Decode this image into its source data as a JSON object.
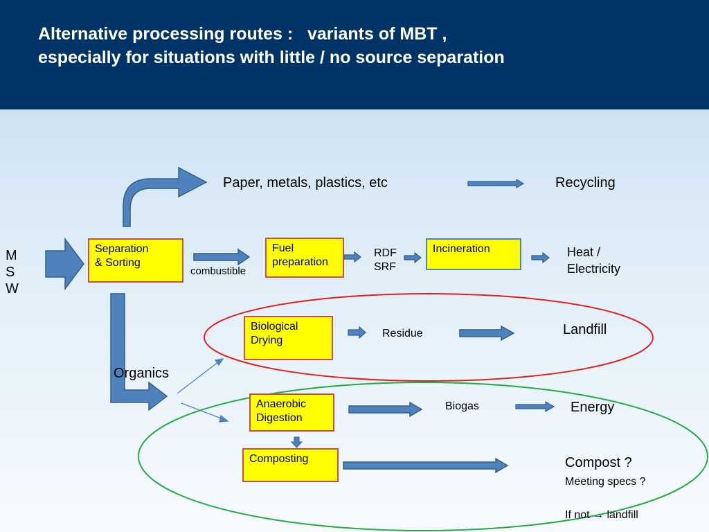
{
  "title": {
    "line1": "Alternative processing routes :   variants of MBT ,",
    "line2": "especially for situations with little / no source separation"
  },
  "colors": {
    "header": "#003366",
    "box_fill": "#ffff00",
    "box_border": "#c0504d",
    "arrow": "#4f81bd",
    "red_ellipse": "#e02020",
    "green_ellipse": "#22aa44"
  },
  "input": {
    "label": "M\nS\nW"
  },
  "boxes": {
    "separation": "Separation\n&  Sorting",
    "fuel_preparation": "Fuel\npreparation",
    "incineration": "Incineration",
    "biological_drying": "Biological\nDrying",
    "anaerobic_digestion": "Anaerobic\nDigestion",
    "composting": "Composting"
  },
  "labels": {
    "recyclables": "Paper, metals, plastics, etc",
    "recycling": "Recycling",
    "combustible": "combustible",
    "rdf_srf": "RDF\nSRF",
    "heat_electricity": "Heat /\nElectricity",
    "residue": "Residue",
    "landfill": "Landfill",
    "organics": "Organics",
    "biogas": "Biogas",
    "energy": "Energy",
    "compost_question": "Compost ?",
    "meeting_specs": "Meeting specs ?",
    "if_not_landfill": "If not → landfill"
  }
}
